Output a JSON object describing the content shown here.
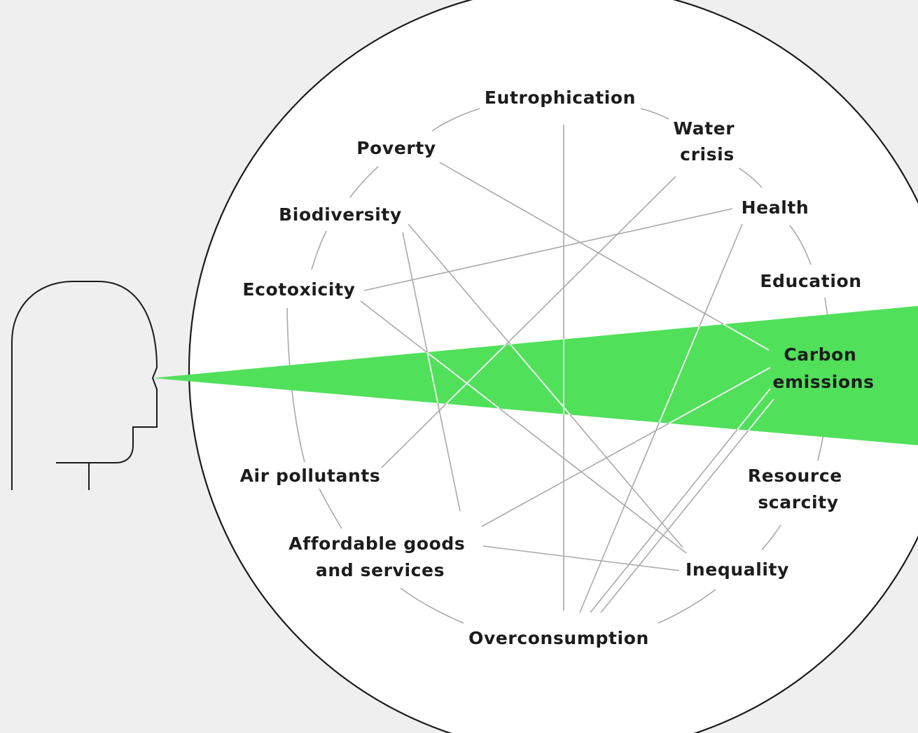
{
  "accent_color": "#50e05a",
  "nodes": {
    "eutrophication": {
      "lines": [
        "Eutrophication"
      ]
    },
    "water_crisis": {
      "lines": [
        "Water",
        "crisis"
      ]
    },
    "health": {
      "lines": [
        "Health"
      ]
    },
    "education": {
      "lines": [
        "Education"
      ]
    },
    "carbon_emissions": {
      "lines": [
        "Carbon",
        "emissions"
      ]
    },
    "resource_scarcity": {
      "lines": [
        "Resource",
        "scarcity"
      ]
    },
    "inequality": {
      "lines": [
        "Inequality"
      ]
    },
    "overconsumption": {
      "lines": [
        "Overconsumption"
      ]
    },
    "affordable_goods": {
      "lines": [
        "Affordable goods",
        "and services"
      ]
    },
    "air_pollutants": {
      "lines": [
        "Air pollutants"
      ]
    },
    "ecotoxicity": {
      "lines": [
        "Ecotoxicity"
      ]
    },
    "biodiversity": {
      "lines": [
        "Biodiversity"
      ]
    },
    "poverty": {
      "lines": [
        "Poverty"
      ]
    }
  },
  "links": [
    [
      "eutrophication",
      "overconsumption"
    ],
    [
      "poverty",
      "carbon_emissions"
    ],
    [
      "ecotoxicity",
      "health"
    ],
    [
      "ecotoxicity",
      "inequality"
    ],
    [
      "biodiversity",
      "inequality"
    ],
    [
      "biodiversity",
      "affordable_goods"
    ],
    [
      "water_crisis",
      "air_pollutants"
    ],
    [
      "affordable_goods",
      "carbon_emissions"
    ],
    [
      "affordable_goods",
      "inequality"
    ],
    [
      "health",
      "overconsumption"
    ],
    [
      "carbon_emissions",
      "overconsumption"
    ],
    [
      "resource_scarcity",
      "overconsumption"
    ]
  ]
}
